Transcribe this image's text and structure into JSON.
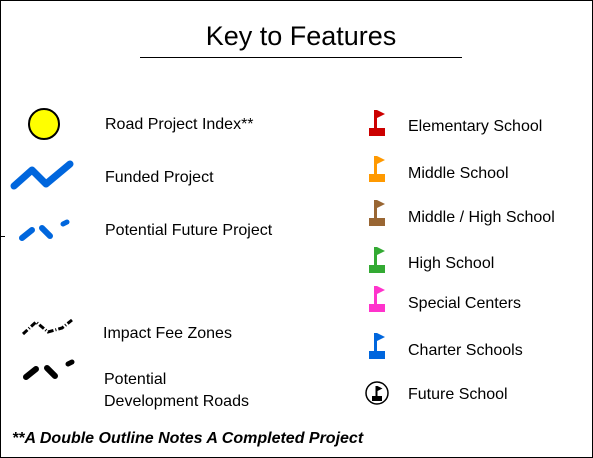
{
  "title": "Key to Features",
  "left_items": [
    {
      "icon": "road-project-index-circle-icon",
      "label": "Road Project Index**"
    },
    {
      "icon": "funded-project-line-icon",
      "label": "Funded Project"
    },
    {
      "icon": "potential-future-project-dash-icon",
      "label": "Potential Future Project"
    },
    {
      "icon": "impact-fee-zones-line-icon",
      "label": "Impact Fee Zones"
    },
    {
      "icon": "potential-development-roads-dash-icon",
      "label_line1": "Potential",
      "label_line2": "Development Roads"
    }
  ],
  "right_items": [
    {
      "icon": "flag-icon",
      "color": "#cc0000",
      "label": "Elementary School"
    },
    {
      "icon": "flag-icon",
      "color": "#ff9900",
      "label": "Middle School"
    },
    {
      "icon": "flag-icon",
      "color": "#996633",
      "label": "Middle / High School"
    },
    {
      "icon": "flag-icon",
      "color": "#33aa33",
      "label": "High School"
    },
    {
      "icon": "flag-icon",
      "color": "#ff33cc",
      "label": "Special Centers"
    },
    {
      "icon": "flag-icon",
      "color": "#0066dd",
      "label": "Charter Schools"
    },
    {
      "icon": "future-school-circle-flag-icon",
      "color": "#000000",
      "label": "Future School"
    }
  ],
  "footnote": "**A Double Outline Notes A Completed Project"
}
